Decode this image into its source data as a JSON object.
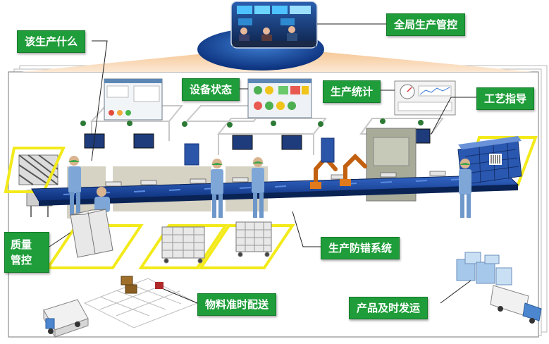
{
  "labels": {
    "global_control": "全局生产管控",
    "what_to_produce": "该生产什么",
    "equipment_status": "设备状态",
    "production_stats": "生产统计",
    "process_guidance": "工艺指导",
    "quality_control_line1": "质量",
    "quality_control_line2": "管控",
    "error_proofing": "生产防错系统",
    "material_delivery": "物料准时配送",
    "product_shipping": "产品及时发运"
  },
  "colors": {
    "label_green": "#1f9d3a",
    "platform_blue": "#0c3c8c",
    "highlight_yellow": "#f3ea1a",
    "worker_blue": "#7ea7d8",
    "robot_orange": "#e07a1c"
  }
}
